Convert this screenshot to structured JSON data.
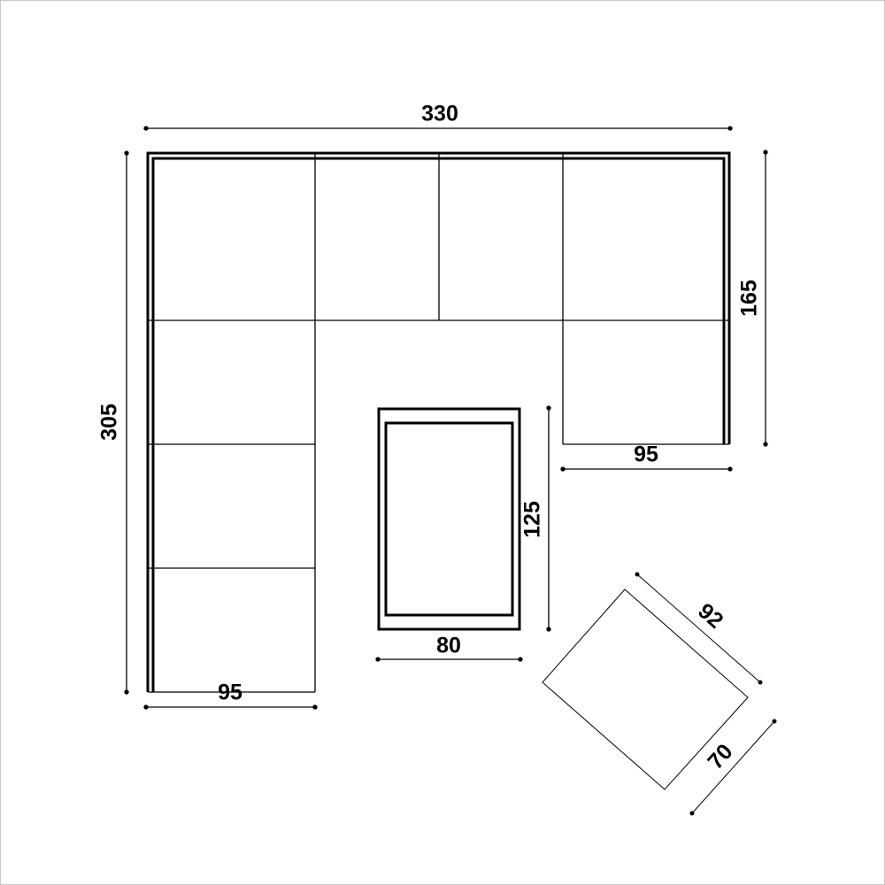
{
  "diagram": {
    "type": "furniture-floor-plan",
    "units": "cm",
    "colors": {
      "line": "#000000",
      "background": "#ffffff"
    },
    "dimensions": {
      "sofa_total_width": "330",
      "sofa_left_depth": "305",
      "sofa_right_depth": "165",
      "sofa_right_arm_width": "95",
      "sofa_left_arm_width": "95",
      "table_length": "125",
      "table_width": "80",
      "ottoman_length": "92",
      "ottoman_width": "70"
    }
  }
}
